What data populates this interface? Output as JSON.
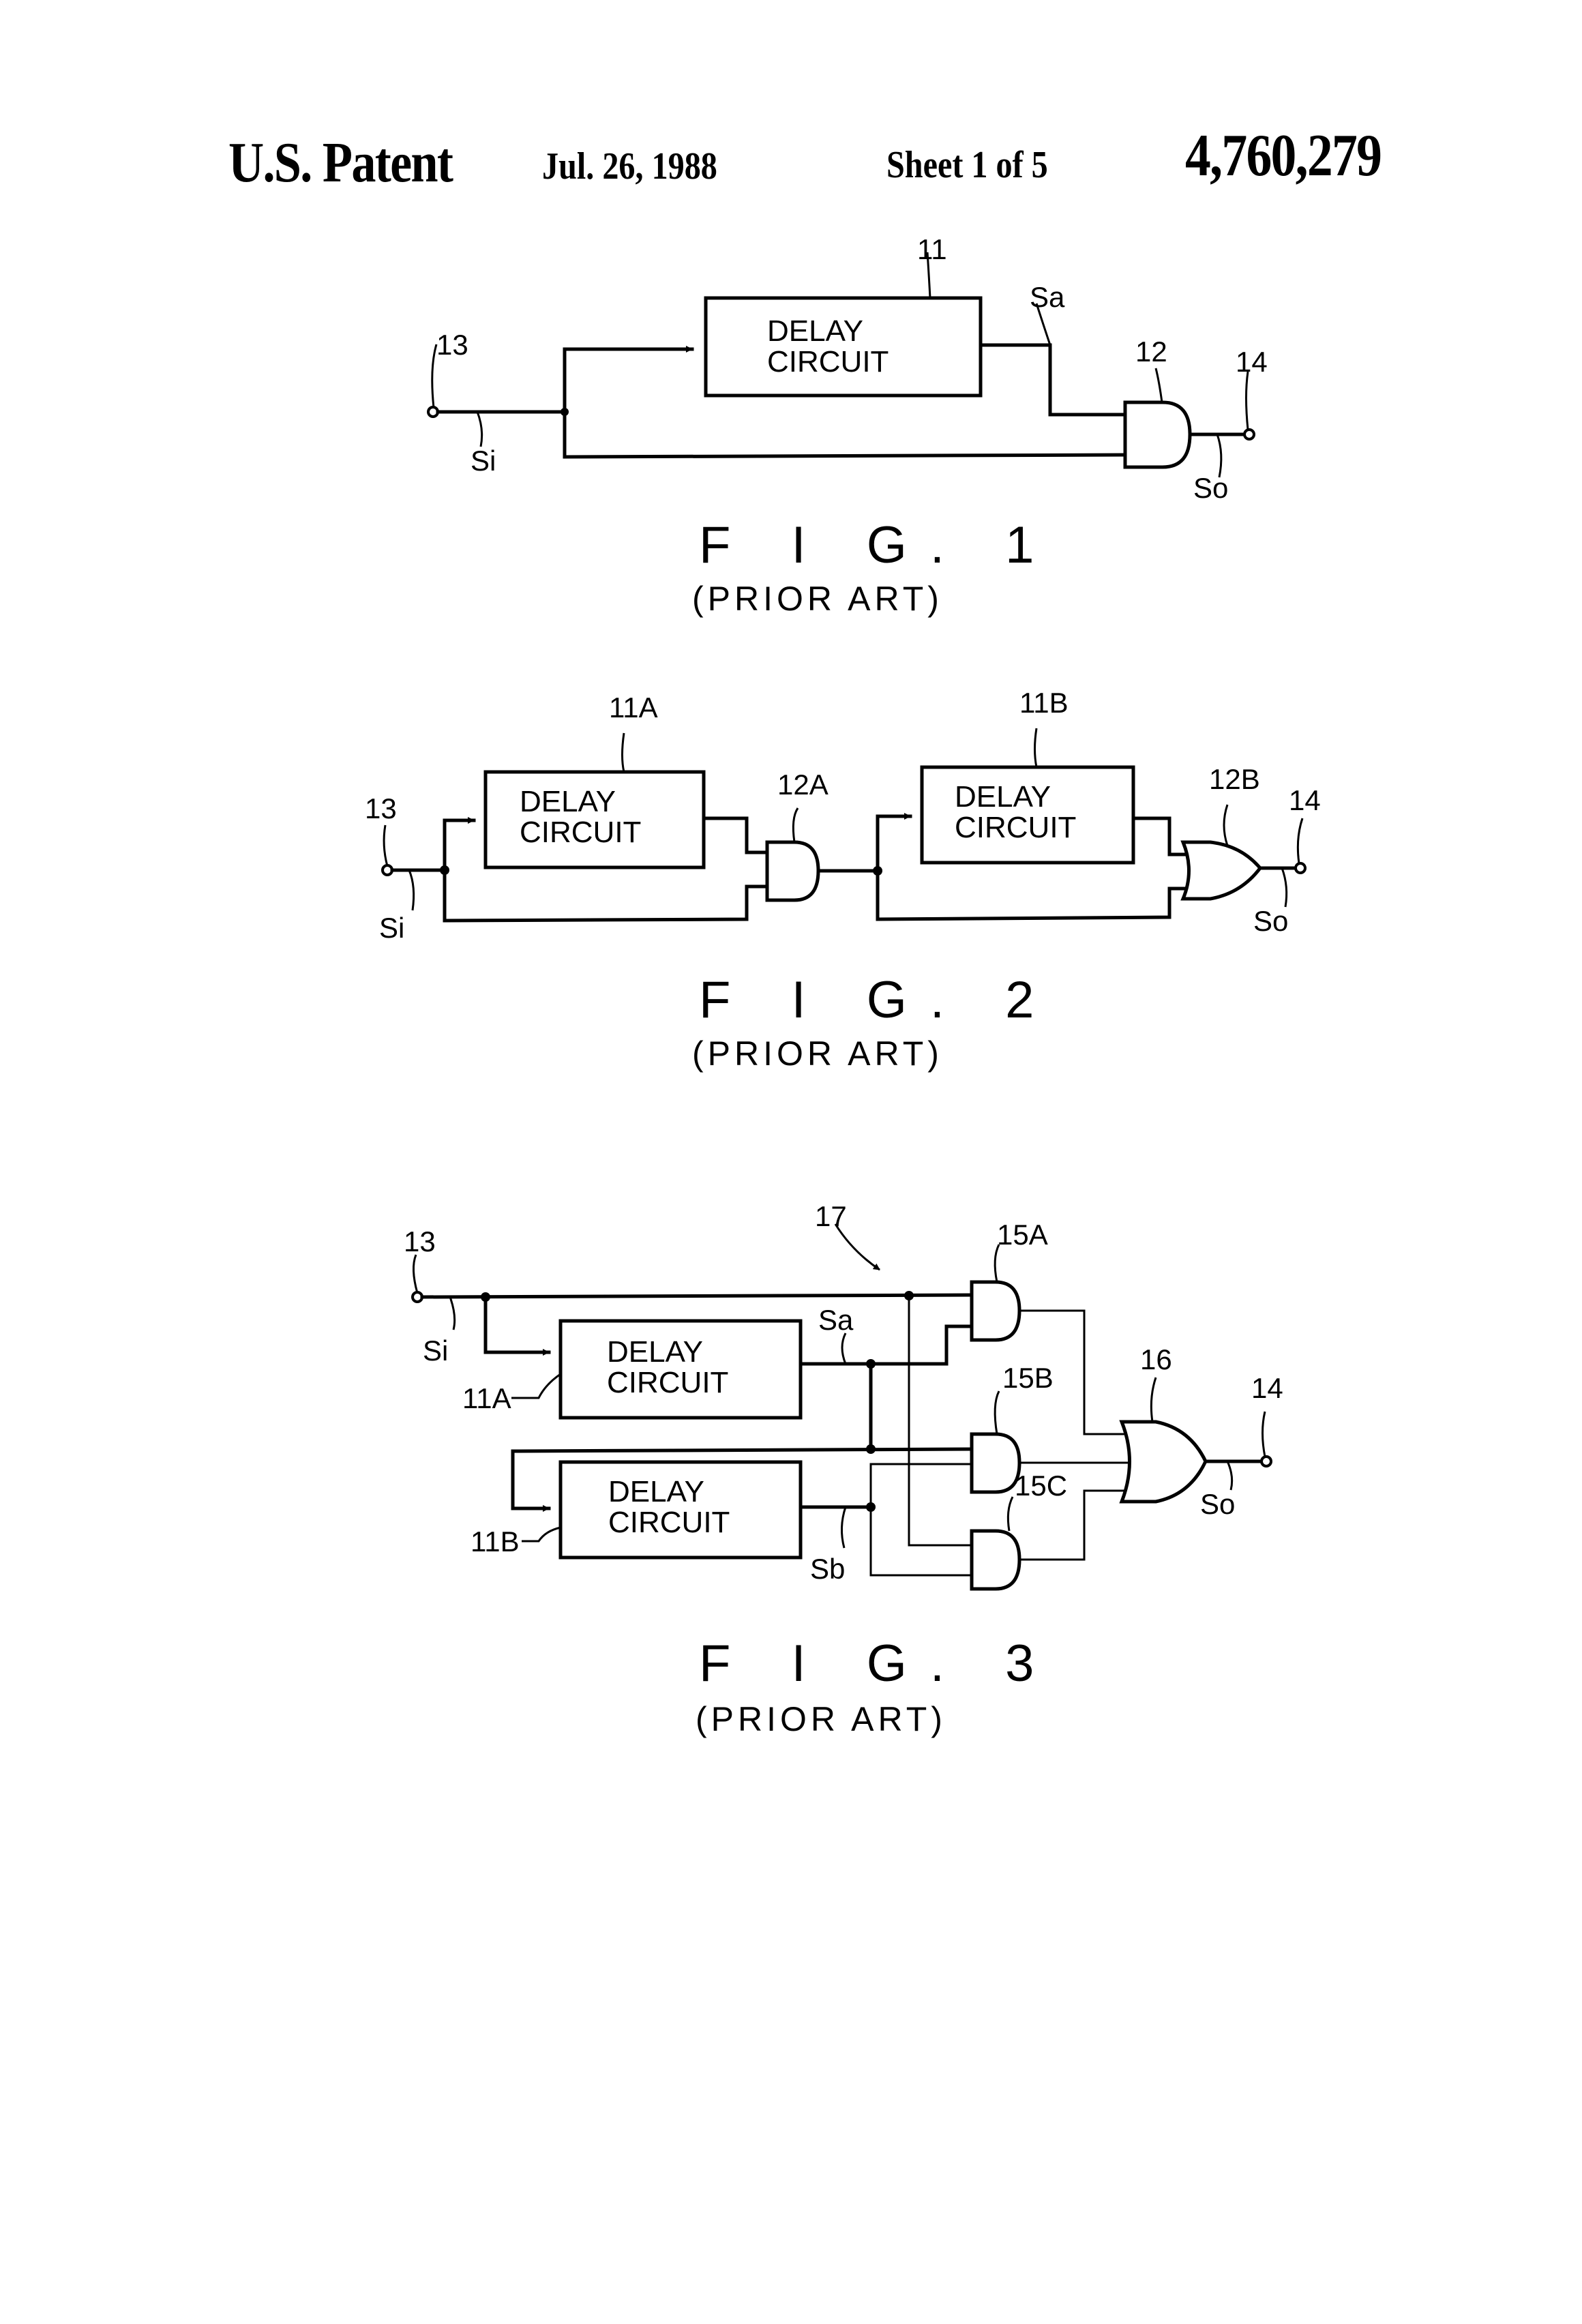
{
  "header": {
    "title": "U.S. Patent",
    "date": "Jul. 26, 1988",
    "sheet": "Sheet 1 of 5",
    "patent_number": "4,760,279"
  },
  "fig1": {
    "label": "F I G.  1",
    "caption": "(PRIOR ART)",
    "box_line1": "DELAY",
    "box_line2": "CIRCUIT",
    "ref_delay": "11",
    "ref_gate": "12",
    "ref_input": "13",
    "ref_output": "14",
    "sig_in": "Si",
    "sig_a": "Sa",
    "sig_out": "So"
  },
  "fig2": {
    "label": "F I G.  2",
    "caption": "(PRIOR ART)",
    "box_line1": "DELAY",
    "box_line2": "CIRCUIT",
    "ref_delay_a": "11A",
    "ref_delay_b": "11B",
    "ref_gate_a": "12A",
    "ref_gate_b": "12B",
    "ref_input": "13",
    "ref_output": "14",
    "sig_in": "Si",
    "sig_out": "So"
  },
  "fig3": {
    "label": "F I G.  3",
    "caption": "(PRIOR ART)",
    "box_line1": "DELAY",
    "box_line2": "CIRCUIT",
    "ref_delay_a": "11A",
    "ref_delay_b": "11B",
    "ref_and_a": "15A",
    "ref_and_b": "15B",
    "ref_and_c": "15C",
    "ref_or": "16",
    "ref_network": "17",
    "ref_input": "13",
    "ref_output": "14",
    "sig_in": "Si",
    "sig_a": "Sa",
    "sig_b": "Sb",
    "sig_out": "So"
  }
}
